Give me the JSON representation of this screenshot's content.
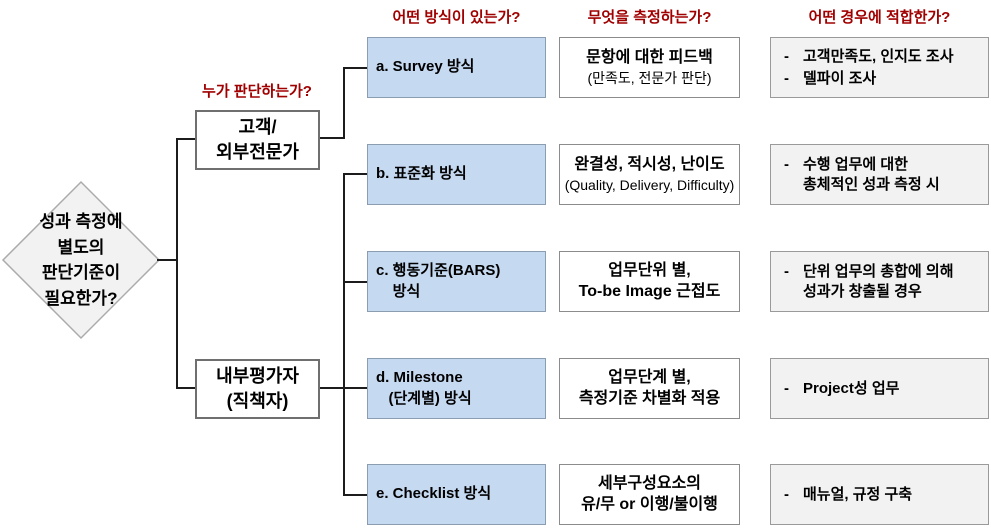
{
  "headers": {
    "who": "누가 판단하는가?",
    "method": "어떤 방식이 있는가?",
    "measure": "무엇을 측정하는가?",
    "fit": "어떤 경우에 적합한가?"
  },
  "decision": {
    "question": "성과 측정에\n별도의\n판단기준이\n필요한가?"
  },
  "branches": {
    "external": {
      "label": "고객/\n외부전문가"
    },
    "internal": {
      "label": "내부평가자\n(직책자)"
    }
  },
  "bullet_char": "-",
  "rows": [
    {
      "method": "a. Survey 방식",
      "measure_line1": "문항에 대한 피드백",
      "measure_line2": "(만족도, 전문가 판단)",
      "fit_items": [
        "고객만족도, 인지도 조사",
        "델파이 조사"
      ]
    },
    {
      "method": "b. 표준화 방식",
      "measure_line1": "완결성, 적시성, 난이도",
      "measure_line2": "(Quality, Delivery, Difficulty)",
      "fit_items": [
        "수행 업무에 대한\n총체적인 성과 측정 시"
      ]
    },
    {
      "method": "c. 행동기준(BARS)\n    방식",
      "measure_line1": "업무단위 별,",
      "measure_line2": "To-be Image 근접도",
      "fit_items": [
        "단위 업무의 총합에 의해\n성과가 창출될 경우"
      ]
    },
    {
      "method": "d. Milestone\n   (단계별) 방식",
      "measure_line1": "업무단계 별,",
      "measure_line2": "측정기준 차별화 적용",
      "fit_items": [
        "Project성 업무"
      ]
    },
    {
      "method": "e. Checklist 방식",
      "measure_line1": "세부구성요소의",
      "measure_line2": "유/무 or 이행/불이행",
      "fit_items": [
        "매뉴얼, 규정 구축"
      ]
    }
  ],
  "colors": {
    "header_red": "#a00000",
    "method_fill": "#c5d9f1",
    "fit_fill": "#f2f2f2",
    "diamond_fill": "#f2f2f2",
    "connector": "#1c1c1c"
  }
}
